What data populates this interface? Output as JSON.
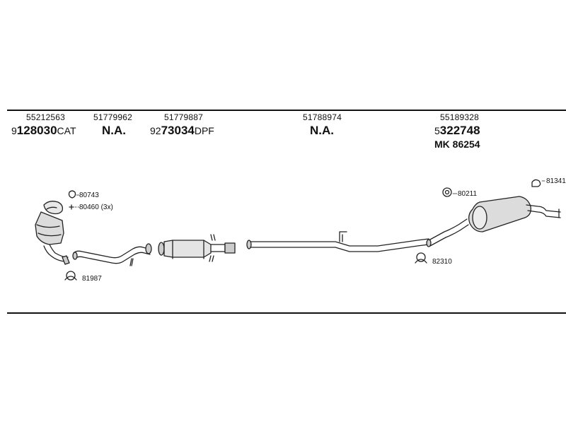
{
  "columns": [
    {
      "part_no": "55212563",
      "code_prefix": "9",
      "code_bold": "128030",
      "code_suffix": "CAT"
    },
    {
      "part_no": "51779962",
      "code_prefix": "",
      "code_bold": "N.A.",
      "code_suffix": ""
    },
    {
      "part_no": "51779887",
      "code_prefix": "92",
      "code_bold": "73034",
      "code_suffix": "DPF"
    },
    {
      "part_no": "51788974",
      "code_prefix": "",
      "code_bold": "N.A.",
      "code_suffix": ""
    },
    {
      "part_no": "55189328",
      "code_prefix": "5",
      "code_bold": "322748",
      "code_suffix": "",
      "extra": "MK 86254"
    }
  ],
  "callouts": {
    "c80743": "80743",
    "c80460": "80460 (3x)",
    "c81987": "81987",
    "c80211": "80211",
    "c82310": "82310",
    "c81341": "81341"
  }
}
